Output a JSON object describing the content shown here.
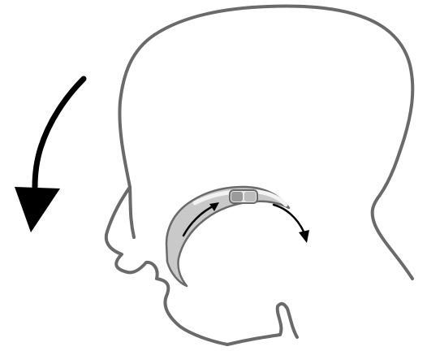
{
  "diagram": {
    "colors": {
      "background": "#ffffff",
      "outline": "#6a6a6a",
      "tube_fill": "#c9c9c9",
      "tube_highlight": "#f3f3f3",
      "arrow": "#000000",
      "capsule": "#9a9a9a"
    },
    "elements": [
      "head-profile-outline",
      "large-curved-arrow",
      "curved-tube",
      "capsule-marker",
      "flow-arrow-left",
      "flow-arrow-right"
    ]
  }
}
